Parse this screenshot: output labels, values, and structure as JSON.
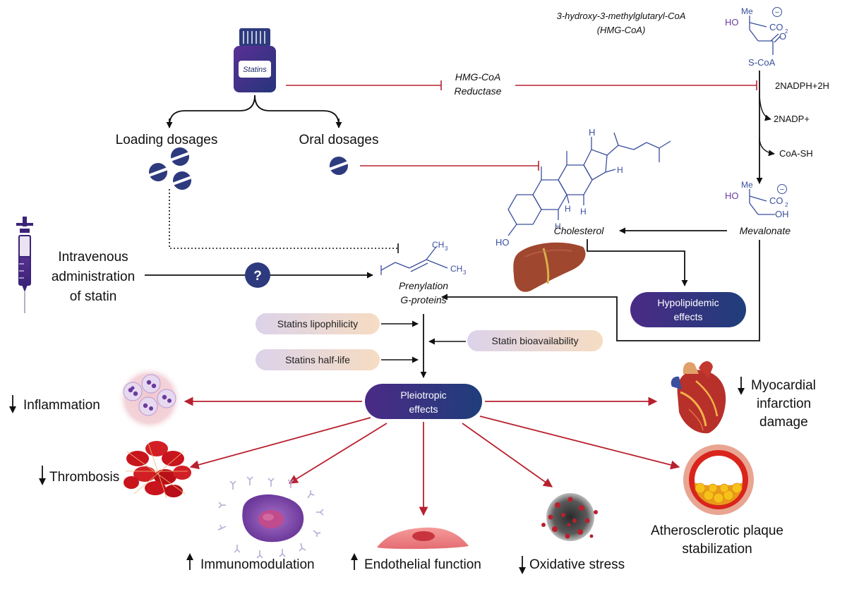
{
  "diagram": {
    "statins_bottle_label": "Statins",
    "loading_dosages": "Loading dosages",
    "oral_dosages": "Oral dosages",
    "hmg_reductase_line1": "HMG-CoA",
    "hmg_reductase_line2": "Reductase",
    "hmg_coa_name_line1": "3-hydroxy-3-methylglutaryl-CoA",
    "hmg_coa_name_line2": "(HMG-CoA)",
    "nadph": "2NADPH+2H",
    "nadp": "2NADP+",
    "coash": "CoA-SH",
    "cholesterol": "Cholesterol",
    "mevalonate": "Mevalonate",
    "iv_line1": "Intravenous",
    "iv_line2": "administration",
    "iv_line3": "of statin",
    "question_mark": "?",
    "prenylation_line1": "Prenylation",
    "prenylation_line2": "G-proteins",
    "hypolipidemic_line1": "Hypolipidemic",
    "hypolipidemic_line2": "effects",
    "lipophilicity": "Statins lipophilicity",
    "half_life": "Statins half-life",
    "bioavailability": "Statin  bioavailability",
    "pleiotropic_line1": "Pleiotropic",
    "pleiotropic_line2": "effects",
    "inflammation": "Inflammation",
    "thrombosis": "Thrombosis",
    "immunomodulation": "Immunomodulation",
    "endothelial": "Endothelial function",
    "oxidative": "Oxidative stress",
    "atherosclerotic_line1": "Atherosclerotic plaque",
    "atherosclerotic_line2": "stabilization",
    "myocardial_line1": "Myocardial",
    "myocardial_line2": "infarction",
    "myocardial_line3": "damage",
    "chem": {
      "me": "Me",
      "ho": "HO",
      "co": "CO",
      "sub2": "2",
      "o": "O",
      "scoa": "S-CoA",
      "oh": "OH",
      "h": "H",
      "ch3": "CH",
      "sub3": "3",
      "minus": "−"
    }
  },
  "colors": {
    "purple": "#4b2a86",
    "navy": "#253877",
    "red_arrow": "#b8202e",
    "chem_blue": "#3a4f9e",
    "chem_purple": "#6b3a9e"
  }
}
